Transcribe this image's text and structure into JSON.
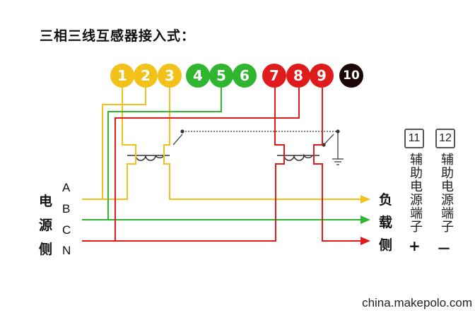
{
  "title": "三相三线互感器接入式：",
  "terminals": [
    {
      "label": "1",
      "color": "#f2c21a"
    },
    {
      "label": "2",
      "color": "#f2c21a"
    },
    {
      "label": "3",
      "color": "#f2c21a"
    },
    {
      "label": "4",
      "color": "#2fb52f"
    },
    {
      "label": "5",
      "color": "#2fb52f"
    },
    {
      "label": "6",
      "color": "#2fb52f"
    },
    {
      "label": "7",
      "color": "#e01b1b"
    },
    {
      "label": "8",
      "color": "#e01b1b"
    },
    {
      "label": "9",
      "color": "#e01b1b"
    },
    {
      "label": "10",
      "color": "#1a0606"
    }
  ],
  "source_label": [
    "电",
    "源",
    "侧"
  ],
  "phases": [
    "A",
    "B",
    "C",
    "N"
  ],
  "load_label": [
    "负",
    "载",
    "侧"
  ],
  "aux_terminals": [
    {
      "number": "11",
      "text": "辅助电源端子",
      "sign": "+"
    },
    {
      "number": "12",
      "text": "辅助电源端子",
      "sign": "－"
    }
  ],
  "colors": {
    "yellow": "#f2c21a",
    "green": "#2fb52f",
    "red": "#e01b1b",
    "dark": "#1a0606"
  },
  "watermark": "china.makepolo.com"
}
